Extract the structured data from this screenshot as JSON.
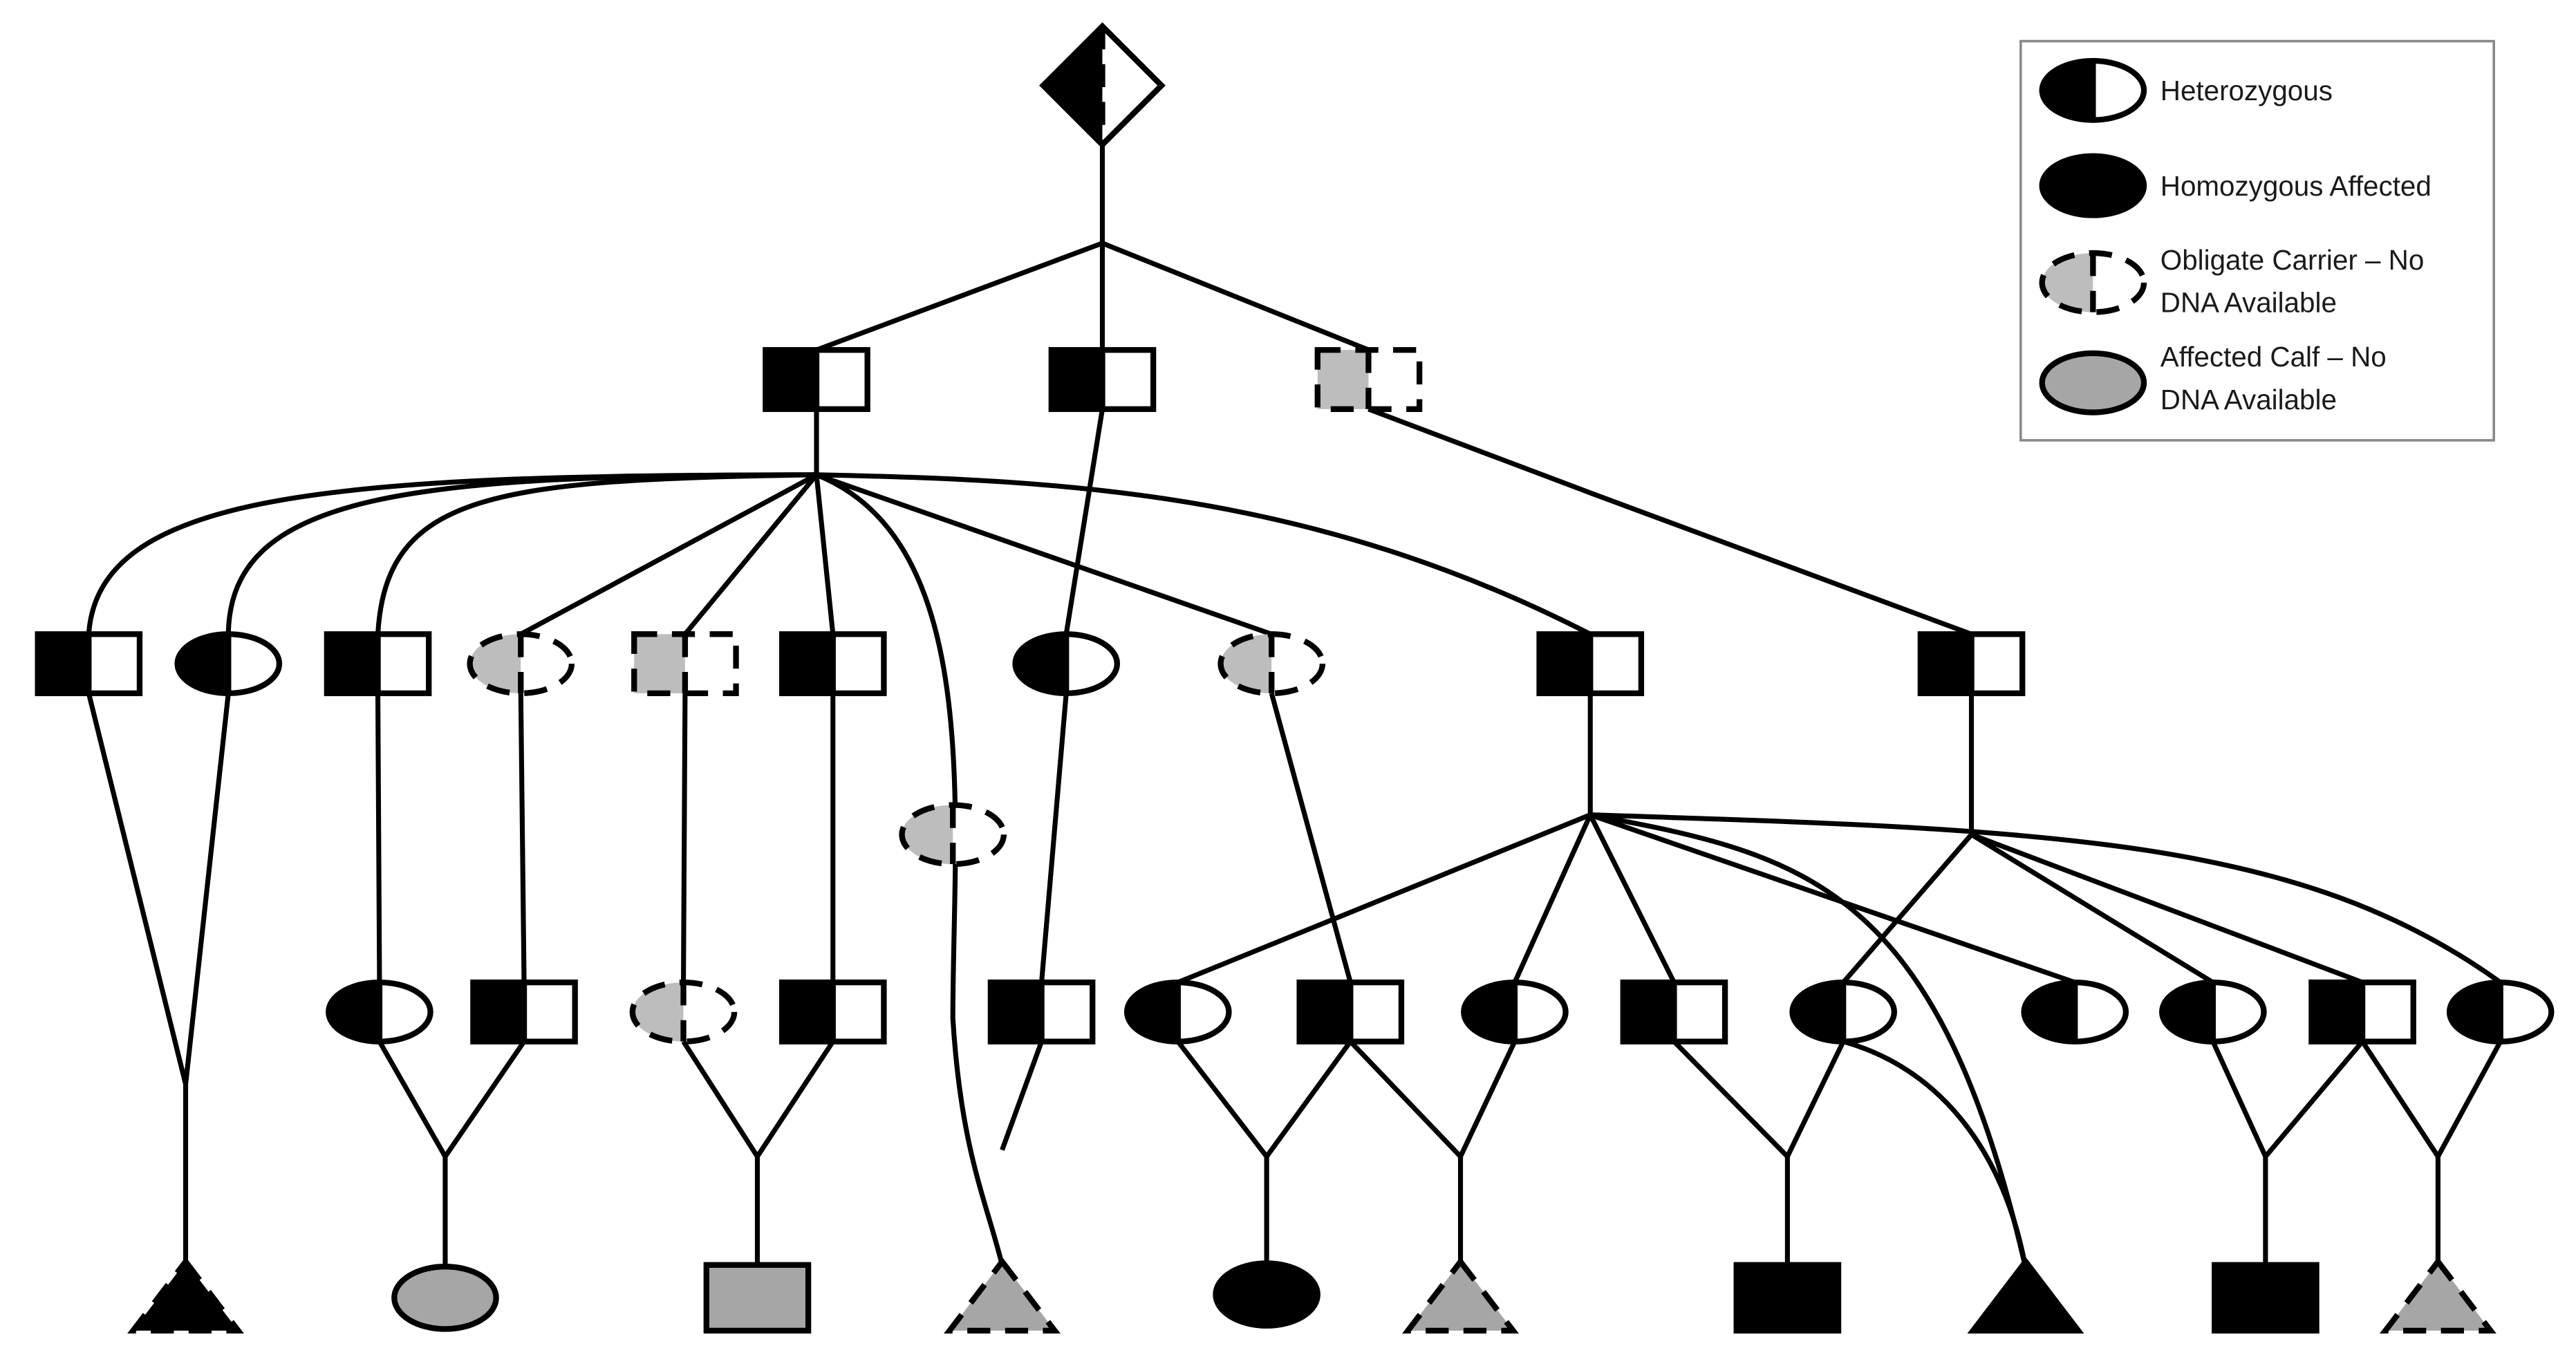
{
  "colors": {
    "affected": "#000000",
    "normal": "#ffffff",
    "no_dna_fill": "#bdbdbd",
    "affected_no_dna": "#a6a6a6"
  },
  "legend": {
    "items": [
      {
        "key": "heterozygous",
        "text": "Heterozygous"
      },
      {
        "key": "homozygous",
        "text": "Homozygous Affected"
      },
      {
        "key": "obligate_carrier",
        "line1": "Obligate Carrier – No",
        "line2": "DNA Available"
      },
      {
        "key": "affected_calf",
        "line1": "Affected Calf – No",
        "line2": "DNA Available"
      }
    ]
  },
  "pedigree": {
    "generations": [
      {
        "level": "founder",
        "individuals": [
          {
            "id": "f",
            "sex": "unknown",
            "status": "heterozygous"
          }
        ]
      },
      {
        "level": "generation-2",
        "individuals": [
          {
            "id": "g2a",
            "sex": "male",
            "status": "heterozygous"
          },
          {
            "id": "g2b",
            "sex": "male",
            "status": "heterozygous"
          },
          {
            "id": "g2c",
            "sex": "male",
            "status": "obligate_carrier"
          }
        ]
      },
      {
        "level": "generation-3",
        "individuals": [
          {
            "id": "g3a",
            "sex": "male",
            "status": "heterozygous"
          },
          {
            "id": "g3b",
            "sex": "female",
            "status": "heterozygous"
          },
          {
            "id": "g3c",
            "sex": "male",
            "status": "heterozygous"
          },
          {
            "id": "g3d",
            "sex": "female",
            "status": "obligate_carrier"
          },
          {
            "id": "g3e",
            "sex": "male",
            "status": "obligate_carrier"
          },
          {
            "id": "g3f",
            "sex": "male",
            "status": "heterozygous"
          },
          {
            "id": "g3g",
            "sex": "female",
            "status": "heterozygous"
          },
          {
            "id": "g3h",
            "sex": "female",
            "status": "obligate_carrier"
          },
          {
            "id": "g3i",
            "sex": "male",
            "status": "heterozygous"
          },
          {
            "id": "g3j",
            "sex": "male",
            "status": "heterozygous"
          },
          {
            "id": "g3k",
            "sex": "female",
            "status": "obligate_carrier"
          }
        ]
      },
      {
        "level": "generation-4",
        "individuals": [
          {
            "id": "g4a",
            "sex": "female",
            "status": "heterozygous"
          },
          {
            "id": "g4b",
            "sex": "male",
            "status": "heterozygous"
          },
          {
            "id": "g4c",
            "sex": "female",
            "status": "obligate_carrier"
          },
          {
            "id": "g4d",
            "sex": "male",
            "status": "heterozygous"
          },
          {
            "id": "g4e",
            "sex": "male",
            "status": "heterozygous"
          },
          {
            "id": "g4f",
            "sex": "female",
            "status": "heterozygous"
          },
          {
            "id": "g4g",
            "sex": "male",
            "status": "heterozygous"
          },
          {
            "id": "g4h",
            "sex": "female",
            "status": "heterozygous"
          },
          {
            "id": "g4i",
            "sex": "male",
            "status": "heterozygous"
          },
          {
            "id": "g4j",
            "sex": "female",
            "status": "heterozygous"
          },
          {
            "id": "g4k",
            "sex": "female",
            "status": "heterozygous"
          },
          {
            "id": "g4l",
            "sex": "female",
            "status": "heterozygous"
          },
          {
            "id": "g4m",
            "sex": "male",
            "status": "heterozygous"
          },
          {
            "id": "g4n",
            "sex": "female",
            "status": "heterozygous"
          }
        ]
      },
      {
        "level": "calves",
        "individuals": [
          {
            "id": "c1",
            "sex": "unknown",
            "status": "homozygous"
          },
          {
            "id": "c2",
            "sex": "female",
            "status": "affected_calf"
          },
          {
            "id": "c3",
            "sex": "male",
            "status": "affected_calf"
          },
          {
            "id": "c4",
            "sex": "unknown",
            "status": "affected_calf"
          },
          {
            "id": "c5",
            "sex": "female",
            "status": "homozygous"
          },
          {
            "id": "c6",
            "sex": "unknown",
            "status": "affected_calf"
          },
          {
            "id": "c7",
            "sex": "male",
            "status": "homozygous"
          },
          {
            "id": "c8",
            "sex": "unknown",
            "status": "homozygous"
          },
          {
            "id": "c9",
            "sex": "male",
            "status": "homozygous"
          },
          {
            "id": "c10",
            "sex": "unknown",
            "status": "affected_calf"
          }
        ]
      }
    ]
  }
}
